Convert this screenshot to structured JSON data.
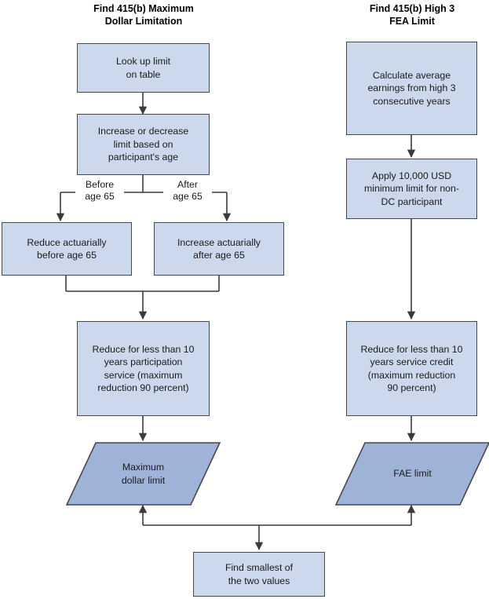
{
  "diagram": {
    "type": "flowchart",
    "title_left": "Find 415(b) Maximum\nDollar Limitation",
    "title_right": "Find 415(b) High 3\nFEA Limit",
    "colors": {
      "process_fill": "#ccd9ec",
      "data_fill": "#9fb3d9",
      "border": "#44484f",
      "connector": "#3a3a3a",
      "background": "#ffffff"
    },
    "nodes": [
      {
        "id": "look-up-limit",
        "shape": "process",
        "label": "Look up limit\non table"
      },
      {
        "id": "increase-decrease-limit",
        "shape": "process",
        "label": "Increase or decrease\nlimit based on\nparticipant's age"
      },
      {
        "id": "reduce-actuarially-before-65",
        "shape": "process",
        "label": "Reduce actuarially\nbefore age 65"
      },
      {
        "id": "increase-actuarially-after-65",
        "shape": "process",
        "label": "Increase actuarially\nafter age 65"
      },
      {
        "id": "reduce-less-than-10-years-participation",
        "shape": "process",
        "label": "Reduce for less than 10\nyears participation\nservice (maximum\nreduction 90 percent)"
      },
      {
        "id": "maximum-dollar-limit",
        "shape": "data",
        "label": "Maximum\ndollar limit"
      },
      {
        "id": "calculate-average-earnings",
        "shape": "process",
        "label": "Calculate average\nearnings from high 3\nconsecutive years"
      },
      {
        "id": "apply-minimum-limit",
        "shape": "process",
        "label": "Apply 10,000 USD\nminimum limit for non-\nDC participant"
      },
      {
        "id": "reduce-less-than-10-years-service-credit",
        "shape": "process",
        "label": "Reduce for less than 10\nyears service credit\n(maximum reduction\n90 percent)"
      },
      {
        "id": "fae-limit",
        "shape": "data",
        "label": "FAE limit"
      },
      {
        "id": "find-smallest",
        "shape": "process",
        "label": "Find smallest of\nthe two values"
      }
    ],
    "edge_labels": [
      {
        "id": "before-age-65",
        "label": "Before\nage 65"
      },
      {
        "id": "after-age-65",
        "label": "After\nage 65"
      }
    ]
  }
}
